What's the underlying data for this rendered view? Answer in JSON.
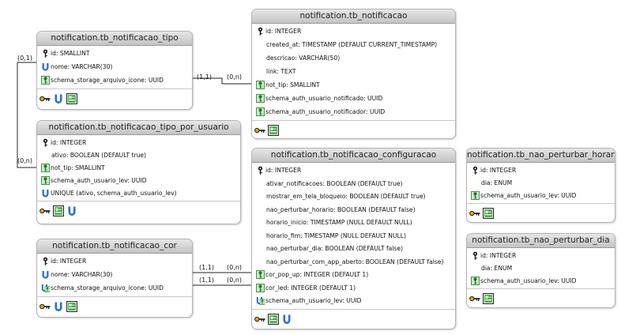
{
  "tables": [
    {
      "title": "notification.tb_notificacao_tipo",
      "columns": [
        {
          "text": "id: SMALLINT",
          "icon": "key-icon"
        },
        {
          "text": "nome: VARCHAR(30)",
          "icon": "unique-icon"
        },
        {
          "text": "schema_storage_arquivo_icone: UUID",
          "icon": "foreign-key-icon"
        }
      ],
      "footer": [
        "primary-key-icon",
        "unique-index-icon",
        "foreign-key-index-icon"
      ]
    },
    {
      "title": "notification.tb_notificacao_tipo_por_usuario",
      "columns": [
        {
          "text": "id: INTEGER",
          "icon": "key-icon"
        },
        {
          "text": "ativo: BOOLEAN (DEFAULT true)",
          "icon": ""
        },
        {
          "text": "not_tip: SMALLINT",
          "icon": "foreign-key-icon"
        },
        {
          "text": "schema_auth_usuario_lev: UUID",
          "icon": "foreign-key-icon"
        },
        {
          "text": "UNIQUE (ativo, schema_auth_usuario_lev)",
          "icon": "unique-icon"
        }
      ],
      "footer": [
        "primary-key-icon",
        "foreign-key-index-icon",
        "unique-index-icon"
      ]
    },
    {
      "title": "notification.tb_notificacao_cor",
      "columns": [
        {
          "text": "id: INTEGER",
          "icon": "key-icon"
        },
        {
          "text": "nome: VARCHAR(30)",
          "icon": "unique-icon"
        },
        {
          "text": "schema_storage_arquivo_icone: UUID",
          "icon": "unique-foreign-key-icon"
        }
      ],
      "footer": [
        "primary-key-icon",
        "unique-index-icon",
        "foreign-key-index-icon"
      ]
    },
    {
      "title": "notification.tb_notificacao",
      "columns": [
        {
          "text": "id: INTEGER",
          "icon": "key-icon"
        },
        {
          "text": "created_at: TIMESTAMP (DEFAULT CURRENT_TIMESTAMP)",
          "icon": ""
        },
        {
          "text": "descricao: VARCHAR(50)",
          "icon": ""
        },
        {
          "text": "link: TEXT",
          "icon": ""
        },
        {
          "text": "not_tip: SMALLINT",
          "icon": "foreign-key-icon"
        },
        {
          "text": "schema_auth_usuario_notificado: UUID",
          "icon": "foreign-key-icon"
        },
        {
          "text": "schema_auth_usuario_notificador: UUID",
          "icon": "foreign-key-icon"
        }
      ],
      "footer": [
        "primary-key-icon",
        "foreign-key-index-icon"
      ]
    },
    {
      "title": "notification.tb_notificacao_configuracao",
      "columns": [
        {
          "text": "id: INTEGER",
          "icon": "key-icon"
        },
        {
          "text": "ativar_notificacoes: BOOLEAN (DEFAULT true)",
          "icon": ""
        },
        {
          "text": "mostrar_em_tela_bloqueio: BOOLEAN (DEFAULT true)",
          "icon": ""
        },
        {
          "text": "nao_perturbar_horario: BOOLEAN (DEFAULT false)",
          "icon": ""
        },
        {
          "text": "horario_inicio: TIMESTAMP (NULL DEFAULT NULL)",
          "icon": ""
        },
        {
          "text": "horario_fim: TIMESTAMP (NULL DEFAULT NULL)",
          "icon": ""
        },
        {
          "text": "nao_perturbar_dia: BOOLEAN (DEFAULT false)",
          "icon": ""
        },
        {
          "text": "nao_perturbar_com_app_aberto: BOOLEAN (DEFAULT false)",
          "icon": ""
        },
        {
          "text": "cor_pop_up: INTEGER (DEFAULT 1)",
          "icon": "foreign-key-icon"
        },
        {
          "text": "cor_led: INTEGER (DEFAULT 1)",
          "icon": "foreign-key-icon"
        },
        {
          "text": "schema_auth_usuario_lev: UUID",
          "icon": "unique-foreign-key-icon"
        }
      ],
      "footer": [
        "primary-key-icon",
        "foreign-key-index-icon",
        "unique-index-icon"
      ]
    },
    {
      "title": "notification.tb_nao_perturbar_horario",
      "columns": [
        {
          "text": "id: INTEGER",
          "icon": "key-icon"
        },
        {
          "text": "dia: ENUM",
          "icon": ""
        },
        {
          "text": "schema_auth_usuario_lev: UUID",
          "icon": "foreign-key-icon"
        }
      ],
      "footer": [
        "primary-key-icon",
        "foreign-key-index-icon"
      ]
    },
    {
      "title": "notification.tb_nao_perturbar_dia",
      "columns": [
        {
          "text": "id: INTEGER",
          "icon": "key-icon"
        },
        {
          "text": "dia: ENUM",
          "icon": ""
        },
        {
          "text": "schema_auth_usuario_lev: UUID",
          "icon": "foreign-key-icon"
        }
      ],
      "footer": [
        "primary-key-icon",
        "foreign-key-index-icon"
      ]
    }
  ],
  "relationships": [
    {
      "from": "notification.tb_notificacao_tipo",
      "to": "notification.tb_notificacao",
      "from_card": "(1,1)",
      "to_card": "(0,n)"
    },
    {
      "from": "notification.tb_notificacao_tipo",
      "to": "notification.tb_notificacao_tipo_por_usuario",
      "from_card": "(0,1)",
      "to_card": "(0,n)"
    },
    {
      "from": "notification.tb_notificacao_cor",
      "to": "notification.tb_notificacao_configuracao",
      "from_card": "(1,1)",
      "to_card": "(0,n)"
    },
    {
      "from": "notification.tb_notificacao_cor",
      "to": "notification.tb_notificacao_configuracao",
      "from_card": "(1,1)",
      "to_card": "(0,n)"
    }
  ]
}
